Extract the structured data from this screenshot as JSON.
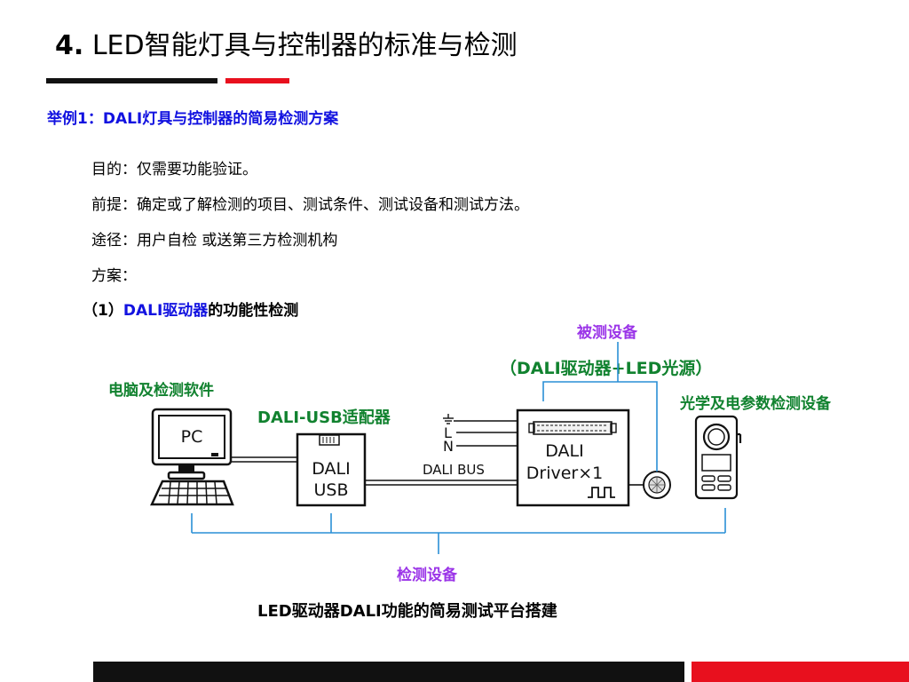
{
  "header": {
    "number": "4.",
    "title": " LED智能灯具与控制器的标准与检测"
  },
  "subtitle": "举例1：DALI灯具与控制器的简易检测方案",
  "lines": [
    "目的：仅需要功能验证。",
    "前提：确定或了解检测的项目、测试条件、测试设备和测试方法。",
    "途径：用户自检 或送第三方检测机构",
    "方案："
  ],
  "step": {
    "prefix": "（1）",
    "highlight": "DALI驱动器",
    "suffix": "的功能性检测"
  },
  "diagram": {
    "dut_label": "被测设备",
    "dut_desc": "（DALI驱动器+LED光源）",
    "pc_label": "电脑及检测软件",
    "pc_text": "PC",
    "adapter_label": "DALI-USB适配器",
    "adapter_line1": "DALI",
    "adapter_line2": "USB",
    "bus_label": "DALI BUS",
    "terminal_l": "L",
    "terminal_n": "N",
    "driver_line1": "DALI",
    "driver_line2": "Driver×1",
    "optic_label": "光学及电参数检测设备",
    "test_label": "检测设备",
    "colors": {
      "purple": "#9b35e8",
      "green": "#11822f",
      "blue_text": "#1212e0",
      "bracket": "#2a8fd6"
    }
  },
  "caption": "LED驱动器DALI功能的简易测试平台搭建"
}
